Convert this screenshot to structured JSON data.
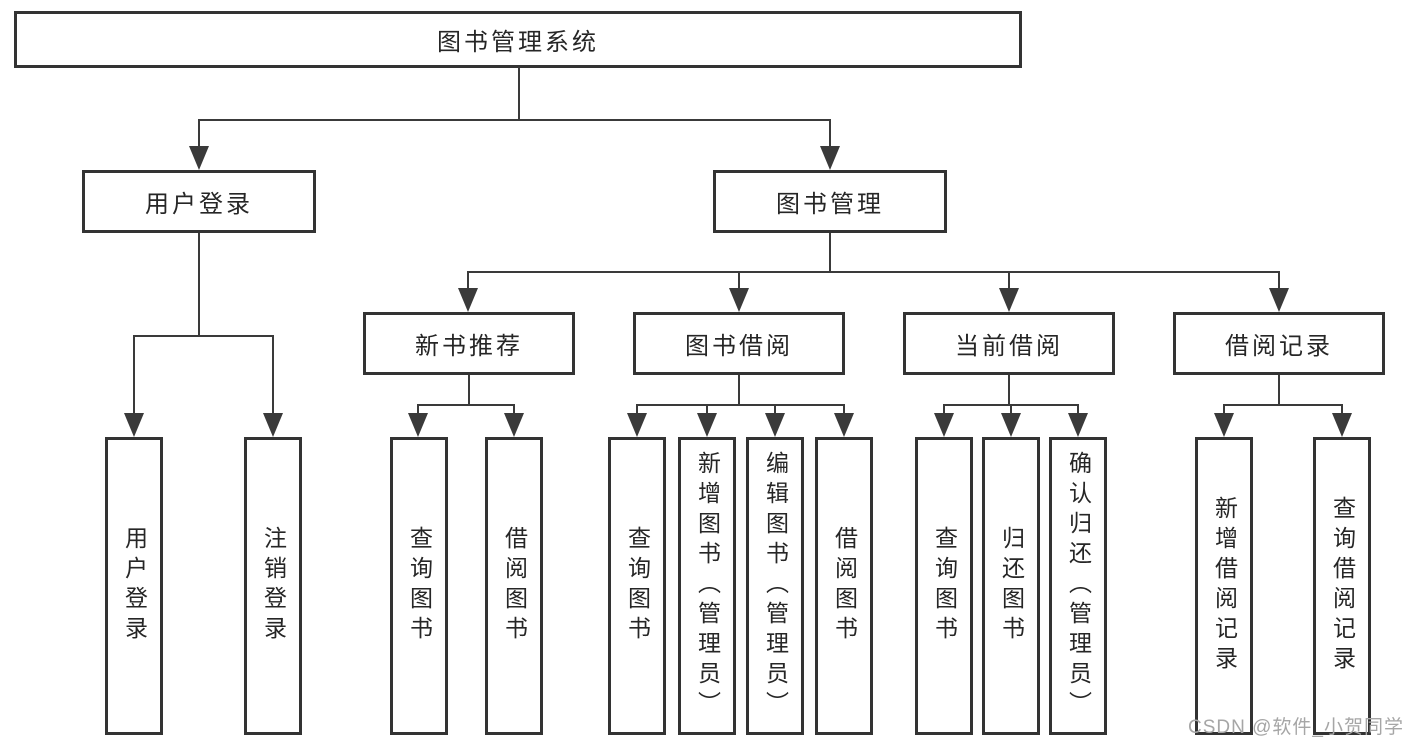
{
  "diagram": {
    "root": {
      "label": "图书管理系统"
    },
    "branches": [
      {
        "label": "用户登录",
        "children": [
          {
            "label": "用户登录"
          },
          {
            "label": "注销登录"
          }
        ]
      },
      {
        "label": "图书管理",
        "children": [
          {
            "label": "新书推荐",
            "children": [
              {
                "label": "查询图书"
              },
              {
                "label": "借阅图书"
              }
            ]
          },
          {
            "label": "图书借阅",
            "children": [
              {
                "label": "查询图书"
              },
              {
                "label": "新增图书（管理员）"
              },
              {
                "label": "编辑图书（管理员）"
              },
              {
                "label": "借阅图书"
              }
            ]
          },
          {
            "label": "当前借阅",
            "children": [
              {
                "label": "查询图书"
              },
              {
                "label": "归还图书"
              },
              {
                "label": "确认归还（管理员）"
              }
            ]
          },
          {
            "label": "借阅记录",
            "children": [
              {
                "label": "新增借阅记录"
              },
              {
                "label": "查询借阅记录"
              }
            ]
          }
        ]
      }
    ]
  },
  "watermark": {
    "text": "CSDN @软件_小贺同学"
  },
  "colors": {
    "line": "#3a3a3a",
    "box_border": "#333333",
    "box_bg": "#ffffff",
    "text": "#262626",
    "watermark": "#a6a6a6"
  }
}
